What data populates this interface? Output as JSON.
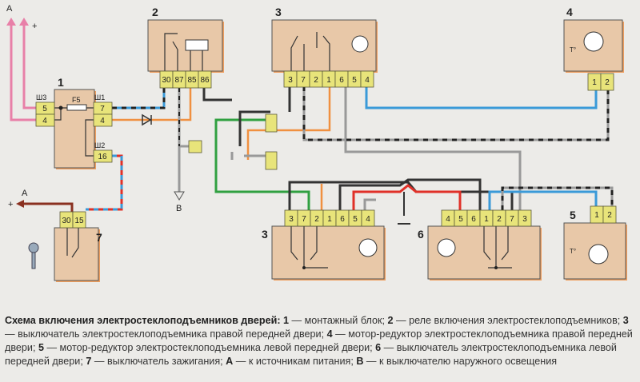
{
  "components": {
    "c1": {
      "number": "1",
      "fuse": "F5",
      "sh3": "Ш3",
      "sh1": "Ш1",
      "sh2": "Ш2",
      "sh3_pins": [
        "5",
        "4"
      ],
      "sh1_pins": [
        "7",
        "4"
      ],
      "sh2_pins": [
        "16"
      ]
    },
    "c2": {
      "number": "2",
      "pins": [
        "30",
        "87",
        "85",
        "86"
      ]
    },
    "c3_top": {
      "number": "3",
      "pins": [
        "3",
        "7",
        "2",
        "1",
        "6",
        "5",
        "4"
      ]
    },
    "c4": {
      "number": "4",
      "pins": [
        "1",
        "2"
      ],
      "thermo": "T°"
    },
    "c3_bottom": {
      "number": "3",
      "pins": [
        "3",
        "7",
        "2",
        "1",
        "6",
        "5",
        "4"
      ]
    },
    "c6": {
      "number": "6",
      "pins": [
        "4",
        "5",
        "6",
        "1",
        "2",
        "7",
        "3"
      ]
    },
    "c5": {
      "number": "5",
      "pins": [
        "1",
        "2"
      ],
      "thermo": "T°"
    },
    "c7": {
      "number": "7",
      "pins": [
        "30",
        "15"
      ]
    }
  },
  "labels": {
    "A_top": "A",
    "plus_top": "+",
    "A_bottom": "A",
    "plus_bottom": "+",
    "B": "B"
  },
  "caption": {
    "title": "Схема включения электростеклоподъемников дверей:",
    "items": [
      {
        "key": "1",
        "text": " — монтажный блок; "
      },
      {
        "key": "2",
        "text": " — реле включения электростеклоподъемников; "
      },
      {
        "key": "3",
        "text": " — выключатель электростеклоподъемника правой передней двери; "
      },
      {
        "key": "4",
        "text": " — мотор-редуктор электростеклоподъемника правой передней двери; "
      },
      {
        "key": "5",
        "text": " — мотор-редуктор электростеклоподъемника левой передней двери; "
      },
      {
        "key": "6",
        "text": " — выключатель электростеклоподъемника левой передней двери; "
      },
      {
        "key": "7",
        "text": " — выключатель зажигания; "
      },
      {
        "key": "A",
        "text": " — к источникам питания; "
      },
      {
        "key": "B",
        "text": " — к выключателю наружного освещения"
      }
    ]
  },
  "colors": {
    "pink": "#e880a8",
    "blue": "#3a9ad8",
    "orange": "#f09040",
    "green": "#30a040",
    "red": "#e03028",
    "black": "#333333",
    "brown": "#8a3020"
  }
}
